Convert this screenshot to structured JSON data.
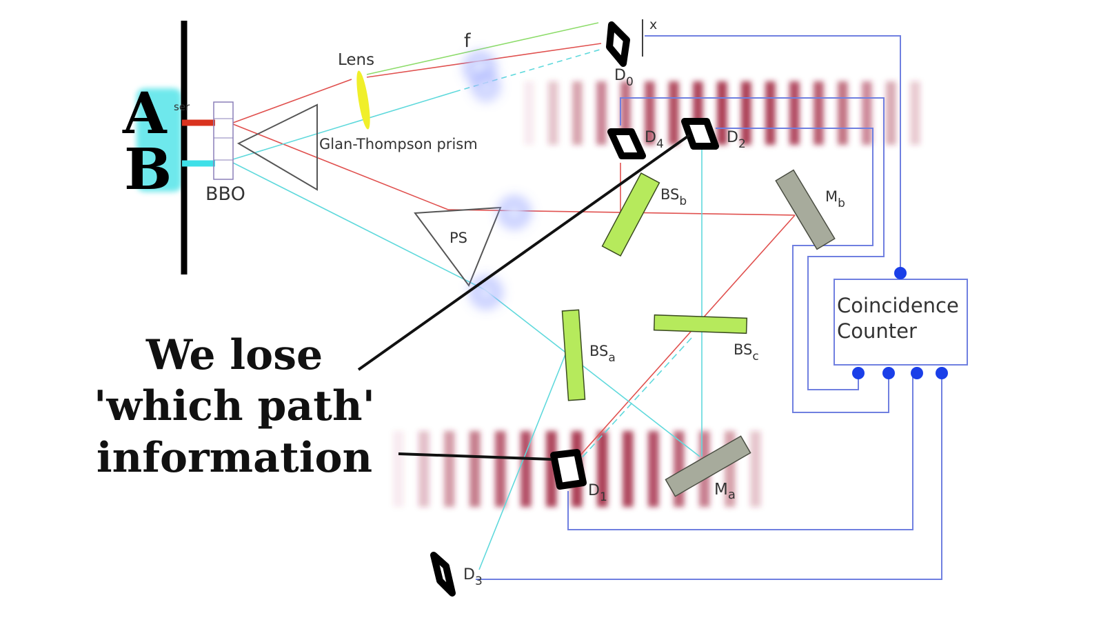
{
  "labels": {
    "letter_a": "A",
    "letter_b": "B",
    "laser": "ser",
    "bbo": "BBO",
    "lens": "Lens",
    "f": "f",
    "glan": "Glan-Thompson prism",
    "ps": "PS",
    "x": "x",
    "d0": "D",
    "d0_sub": "0",
    "d1": "D",
    "d1_sub": "1",
    "d2": "D",
    "d2_sub": "2",
    "d3": "D",
    "d3_sub": "3",
    "d4": "D",
    "d4_sub": "4",
    "bsa": "BS",
    "bsa_sub": "a",
    "bsb": "BS",
    "bsb_sub": "b",
    "bsc": "BS",
    "bsc_sub": "c",
    "ma": "M",
    "ma_sub": "a",
    "mb": "M",
    "mb_sub": "b"
  },
  "coincidence": {
    "line1": "Coincidence",
    "line2": "Counter"
  },
  "caption": {
    "line1": "We lose",
    "line2": "'which path'",
    "line3": "information"
  },
  "colors": {
    "red_beam": "#e0504e",
    "cyan_beam": "#5fd9dc",
    "wire": "#6f7fe0",
    "dot": "#1a3fe8",
    "splitter": "#b6ea5c",
    "mirror": "#a7ab9c",
    "fringe": "#a0233f",
    "lens": "#f0ef2a"
  }
}
